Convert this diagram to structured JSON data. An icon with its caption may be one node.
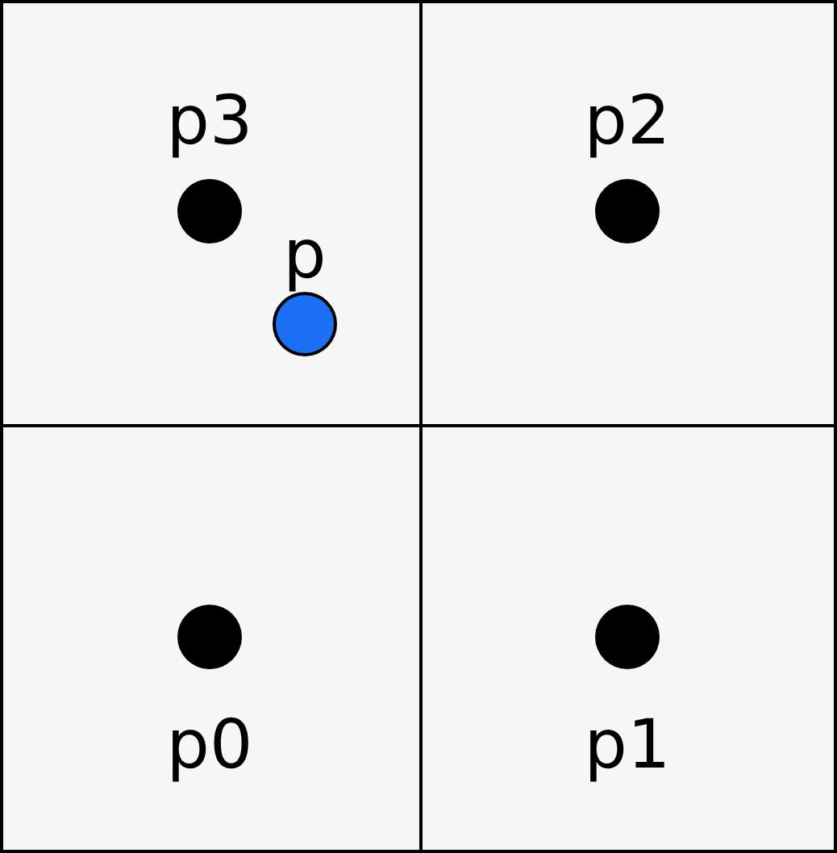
{
  "diagram": {
    "labels": [
      "p3",
      "p2",
      "p",
      "p0",
      "p1"
    ]
  }
}
